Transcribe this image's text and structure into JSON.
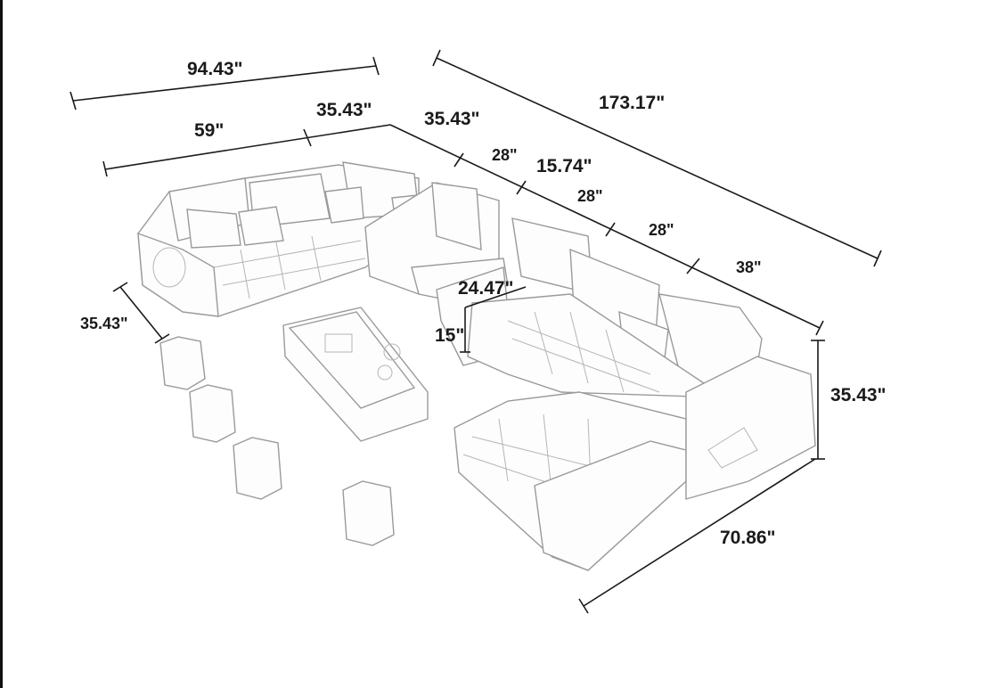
{
  "dimensions": {
    "total_left_width": "94.43\"",
    "left_seat_width": "59\"",
    "corner_width_left": "35.43\"",
    "corner_width_right": "35.43\"",
    "module_1": "28\"",
    "console_width": "15.74\"",
    "module_2": "28\"",
    "module_3": "28\"",
    "end_module": "38\"",
    "total_right_length": "173.17\"",
    "console_depth": "24.47\"",
    "console_height": "15\"",
    "ottoman_spacing": "35.43\"",
    "back_height": "35.43\"",
    "chaise_length": "70.86\""
  }
}
